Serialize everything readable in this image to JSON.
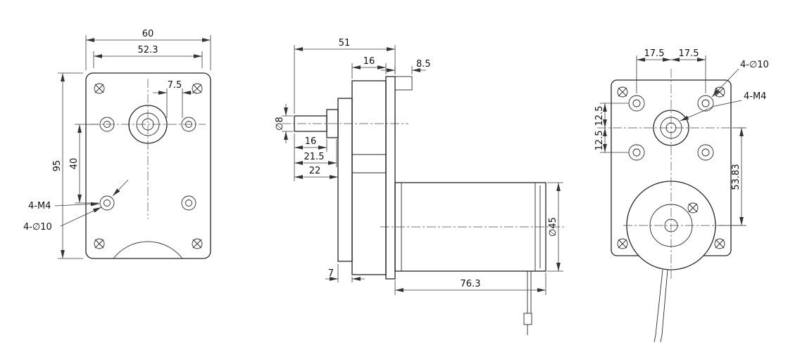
{
  "drawing": {
    "front": {
      "width": "60",
      "bolt_span": "52.3",
      "shaft_offset": "7.5",
      "height": "95",
      "hole_spacing": "40",
      "tap_callout": "4-M4",
      "hole_callout": "4-∅10"
    },
    "side": {
      "depth": "51",
      "body": "16",
      "rear_step": "8.5",
      "shaft_dia": "∅8",
      "shaft_len": "16",
      "step1": "21.5",
      "step2": "22",
      "lip": "7",
      "motor_dia": "∅45",
      "motor_len": "76.3"
    },
    "rear": {
      "pitch_left": "17.5",
      "pitch_right": "17.5",
      "hole_callout": "4-∅10",
      "tap_callout": "4-M4",
      "pitch_up": "12.5",
      "pitch_down": "12.5",
      "motor_offset": "53.83"
    }
  }
}
